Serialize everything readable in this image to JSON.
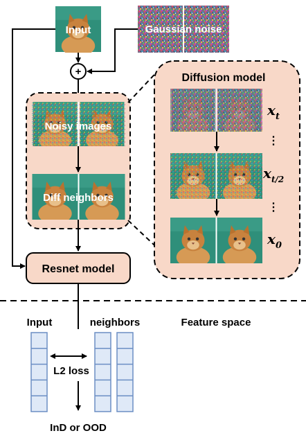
{
  "labels": {
    "input": "Input",
    "gaussian_noise": "Gaussian noise",
    "plus": "+",
    "noisy_images": "Noisy images",
    "diff_neighbors": "Diff neighbors",
    "diffusion_model": "Diffusion model",
    "resnet_model": "Resnet model",
    "feature_input": "Input",
    "feature_neighbors": "neighbors",
    "feature_space": "Feature space",
    "l2_loss": "L2 loss",
    "output": "InD or OOD",
    "vdots": "⋮"
  },
  "math": {
    "x_t_base": "x",
    "x_t_sub": "t",
    "x_half_base": "x",
    "x_half_sub": "t/2",
    "x_0_base": "x",
    "x_0_sub": "0"
  },
  "colors": {
    "peach_fill": "#f8d8c8",
    "cat_orange": "#c8823e",
    "teal_bg": "#2f8f7a",
    "feature_cell": "#dfe9f7",
    "feature_border": "#6b8ec4"
  }
}
